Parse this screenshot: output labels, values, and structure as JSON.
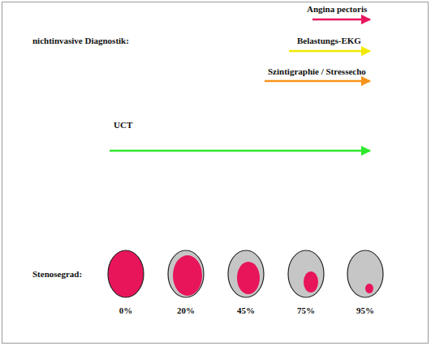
{
  "diagram": {
    "labels": [
      "Angina pectoris",
      "nichtinvasive Diagnostik:",
      "Belastungs-EKG",
      "Szintigraphie / Stressecho",
      "UCT",
      "Stenosegrad:",
      "0%",
      "20%",
      "45%",
      "75%",
      "95%"
    ]
  }
}
